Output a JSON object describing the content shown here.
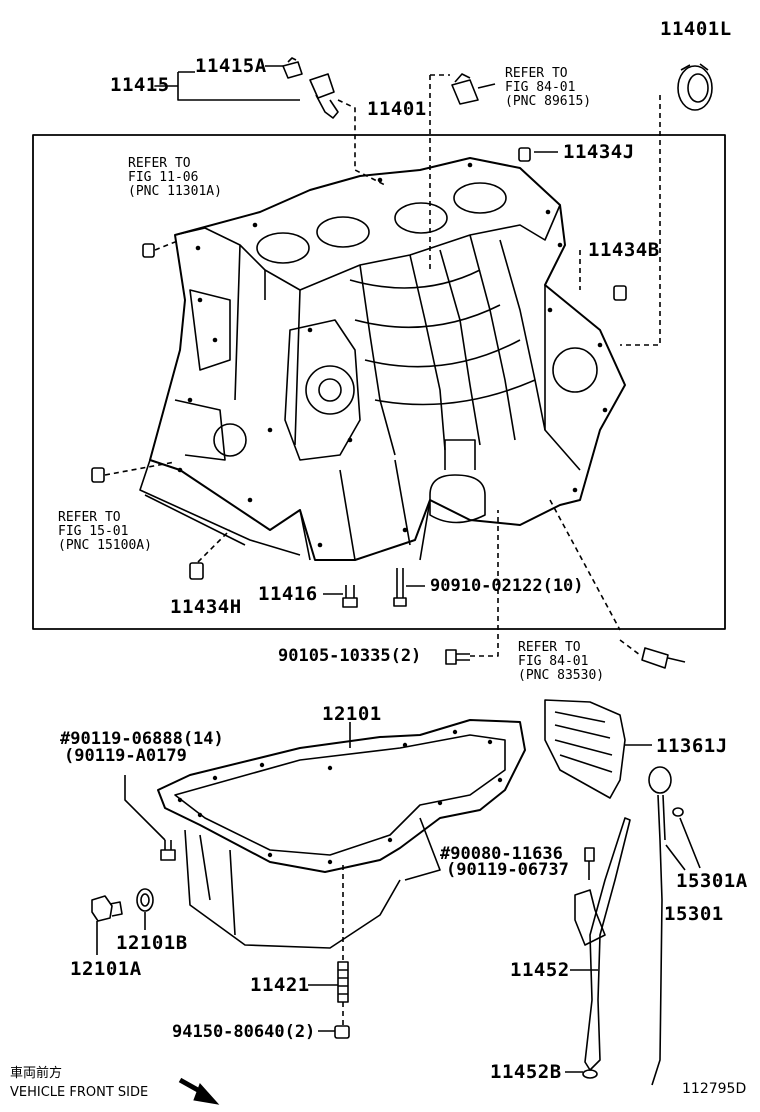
{
  "labels": {
    "p11401L": "11401L",
    "p11415A": "11415A",
    "p11415": "11415",
    "p11401": "11401",
    "p11434J": "11434J",
    "p11434B": "11434B",
    "p11434H": "11434H",
    "p11416": "11416",
    "p90910": "90910-02122(10)",
    "p90105": "90105-10335(2)",
    "p12101": "12101",
    "p90119a": "#90119-06888(14)",
    "p90119b": "(90119-A0179",
    "p11361J": "11361J",
    "p90080a": "#90080-11636",
    "p90080b": "(90119-06737",
    "p15301A": "15301A",
    "p15301": "15301",
    "p12101B": "12101B",
    "p12101A": "12101A",
    "p11421": "11421",
    "p11452": "11452",
    "p94150": "94150-80640(2)",
    "p11452B": "11452B"
  },
  "refs": {
    "r1": "REFER TO\nFIG 84-01\n(PNC 89615)",
    "r2": "REFER TO\nFIG 11-06\n(PNC 11301A)",
    "r3": "REFER TO\nFIG 15-01\n(PNC 15100A)",
    "r4": "REFER TO\nFIG 84-01\n(PNC 83530)"
  },
  "footer": {
    "japanese": "車両前方",
    "vehicle_front": "VEHICLE FRONT SIDE",
    "drawing_no": "112795D"
  }
}
